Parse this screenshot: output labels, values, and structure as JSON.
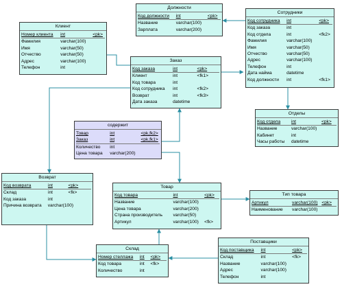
{
  "entities": {
    "dolzhnosti": {
      "title": "Должности",
      "pk": [
        [
          "Код должности",
          "int",
          "<pk>"
        ]
      ],
      "attrs": [
        [
          "Название",
          "varchar(100)",
          ""
        ],
        [
          "Зарплата",
          "varchar(200)",
          ""
        ]
      ]
    },
    "klient": {
      "title": "Клиент",
      "pk": [
        [
          "Номер клиента",
          "int",
          "<pk>"
        ]
      ],
      "attrs": [
        [
          "Фамилия",
          "varchar(100)",
          ""
        ],
        [
          "Имя",
          "varchar(50)",
          ""
        ],
        [
          "Отчество",
          "varchar(50)",
          ""
        ],
        [
          "Адрес",
          "varchar(100)",
          ""
        ],
        [
          "Телефон",
          "int",
          ""
        ]
      ]
    },
    "sotrudniki": {
      "title": "Сотрудники",
      "pk": [
        [
          "Код сотрудника",
          "int",
          "<pk>"
        ]
      ],
      "attrs": [
        [
          "Код заказа",
          "int",
          ""
        ],
        [
          "Код отдела",
          "int",
          "<fk2>"
        ],
        [
          "Фамилия",
          "varchar(100)",
          ""
        ],
        [
          "Имя",
          "varchar(50)",
          ""
        ],
        [
          "Отчество",
          "varchar(50)",
          ""
        ],
        [
          "Адрес",
          "varchar(100)",
          ""
        ],
        [
          "Телефон",
          "int",
          ""
        ],
        [
          "Дата найма",
          "datetime",
          ""
        ],
        [
          "Код должности",
          "int",
          "<fk1>"
        ]
      ]
    },
    "zakaz": {
      "title": "Заказ",
      "pk": [
        [
          "Код заказа",
          "int",
          "<pk>"
        ]
      ],
      "attrs": [
        [
          "Клиент",
          "int",
          "<fk1>"
        ],
        [
          "Код товара",
          "int",
          ""
        ],
        [
          "Код сотрудника",
          "int",
          "<fk2>"
        ],
        [
          "Возврат",
          "int",
          "<fk3>"
        ],
        [
          "Дата заказа",
          "datetime",
          ""
        ]
      ]
    },
    "otdely": {
      "title": "Отделы",
      "pk": [
        [
          "Код отдела",
          "int",
          "<pk>"
        ]
      ],
      "attrs": [
        [
          "Название",
          "varchar(100)",
          ""
        ],
        [
          "Кабинет",
          "int",
          ""
        ],
        [
          "Часы работы",
          "datetime",
          ""
        ]
      ]
    },
    "soderzhit": {
      "title": "содержит",
      "pk": [
        [
          "Товар",
          "int",
          "<pk,fk2>"
        ],
        [
          "Заказ",
          "int",
          "<pk,fk1>"
        ]
      ],
      "attrs": [
        [
          "Количество",
          "int",
          ""
        ],
        [
          "Цена товара",
          "varchar(200)",
          ""
        ]
      ]
    },
    "vozvrat": {
      "title": "Возврат",
      "pk": [
        [
          "Код возврата",
          "int",
          "<pk>"
        ]
      ],
      "attrs": [
        [
          "Склад",
          "int",
          "<fk>"
        ],
        [
          "Код заказа",
          "int",
          ""
        ],
        [
          "Причина возврата",
          "varchar(100)",
          ""
        ]
      ]
    },
    "tovar": {
      "title": "Товар",
      "pk": [
        [
          "Код товара",
          "int",
          "<pk>"
        ]
      ],
      "attrs": [
        [
          "Название",
          "varchar(100)",
          ""
        ],
        [
          "Цена товара",
          "varchar(200)",
          ""
        ],
        [
          "Страна производитель",
          "varchar(50)",
          ""
        ],
        [
          "Артикул",
          "varchar(100)",
          "<fk>"
        ]
      ]
    },
    "tip_tovara": {
      "title": "Тип товара",
      "pk": [
        [
          "Артикул",
          "varchar(100)",
          "<pk>"
        ]
      ],
      "attrs": [
        [
          "Наименование",
          "varchar(100)",
          ""
        ]
      ]
    },
    "sklad": {
      "title": "Склад",
      "pk": [
        [
          "Номер стеллажа",
          "int",
          "<pk>"
        ]
      ],
      "attrs": [
        [
          "Код товара",
          "int",
          "<fk>"
        ],
        [
          "Количество",
          "int",
          ""
        ]
      ]
    },
    "postavshchiki": {
      "title": "Поставщики",
      "pk": [
        [
          "Код поставщика",
          "int",
          "<pk>"
        ]
      ],
      "attrs": [
        [
          "Склад",
          "int",
          "<fk>"
        ],
        [
          "Название",
          "varchar(100)",
          ""
        ],
        [
          "Адрес",
          "varchar(100)",
          ""
        ],
        [
          "Телефон",
          "int",
          ""
        ]
      ]
    }
  },
  "colors": {
    "entity_fill": "#cdf7f1",
    "entity_fill_alt": "#dcdcfa",
    "link": "#2a8fa3",
    "border": "#3a3a3a"
  }
}
